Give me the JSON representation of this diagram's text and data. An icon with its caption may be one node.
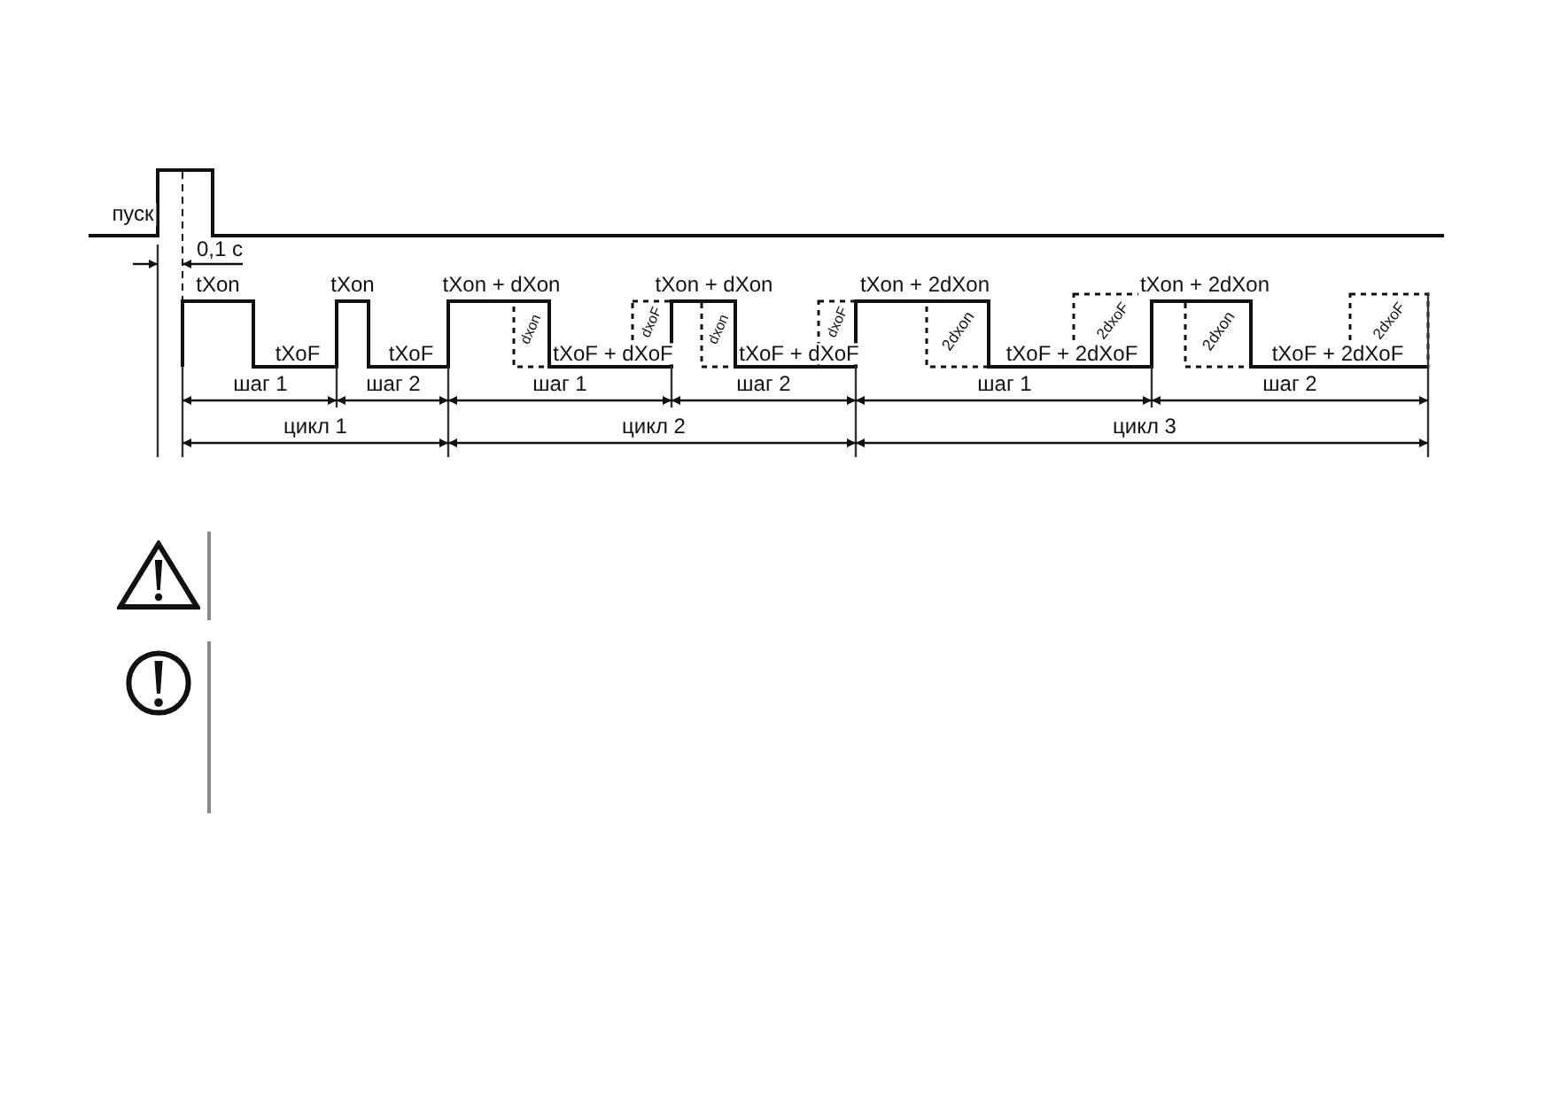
{
  "diagram": {
    "labels": [
      "пуск",
      "0,1 с",
      "tXon",
      "tXon",
      "tXon + dXon",
      "tXon + dXon",
      "tXon + 2dXon",
      "tXon + 2dXon",
      "dxon",
      "dxoF",
      "dxon",
      "dxoF",
      "2dxon",
      "2dxoF",
      "2dxon",
      "2dxoF",
      "tXoF",
      "tXoF",
      "tXoF + dXoF",
      "tXoF + dXoF",
      "tXoF + 2dXoF",
      "tXoF + 2dXoF",
      "шаг 1",
      "шаг 2",
      "шаг 1",
      "шаг 2",
      "шаг 1",
      "шаг 2",
      "цикл 1",
      "цикл 2",
      "цикл 3"
    ]
  }
}
